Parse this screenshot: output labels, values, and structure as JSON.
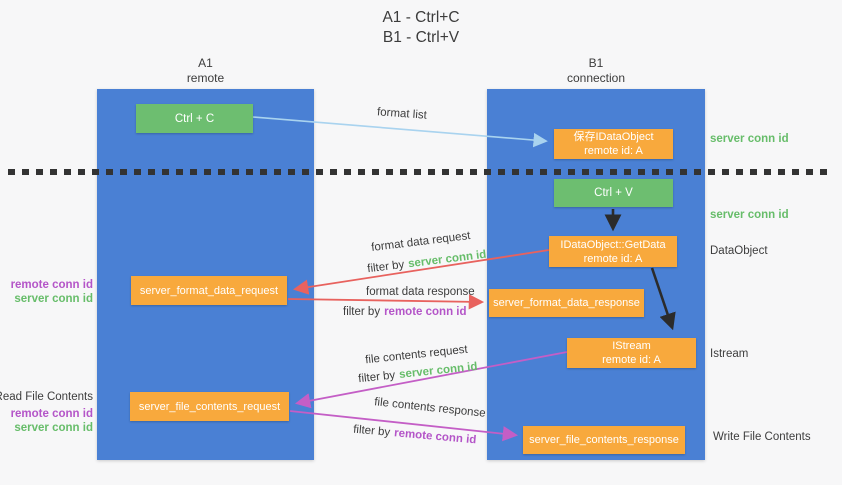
{
  "title": {
    "line1": "A1 - Ctrl+C",
    "line2": "B1 - Ctrl+V"
  },
  "columns": {
    "a1": {
      "name": "A1",
      "subtitle": "remote"
    },
    "b1": {
      "name": "B1",
      "subtitle": "connection"
    }
  },
  "nodes": {
    "ctrl_c": "Ctrl + C",
    "ctrl_v": "Ctrl + V",
    "save_idataobject": {
      "line1": "保存IDataObject",
      "line2": "remote id: A"
    },
    "getdata": {
      "line1": "IDataObject::GetData",
      "line2": "remote id: A"
    },
    "istream": {
      "line1": "IStream",
      "line2": "remote id: A"
    },
    "format_request": "server_format_data_request",
    "format_response": "server_format_data_response",
    "file_request": "server_file_contents_request",
    "file_response": "server_file_contents_response"
  },
  "labels": {
    "format_list": "format list",
    "format_data_request": "format data request",
    "format_data_response": "format data response",
    "file_contents_request": "file contents request",
    "file_contents_response": "file contents response",
    "filter_by": "filter by",
    "server_conn_id": "server conn id",
    "remote_conn_id": "remote conn id",
    "dataobject": "DataObject",
    "istream_side": "Istream",
    "read_file_contents": "Read File Contents",
    "write_file_contents": "Write File Contents"
  },
  "colors": {
    "lifeline_blue": "#4a80d4",
    "action_green": "#6dbe70",
    "message_orange": "#f8a93d",
    "arrow_light_blue": "#a9d3ef",
    "arrow_red": "#e8625e",
    "arrow_magenta": "#c45ec6",
    "arrow_black": "#2b2b2b",
    "server_conn_id_green": "#67bd6a",
    "remote_conn_id_purple": "#b455c8",
    "text_dark": "#3d3d3d"
  }
}
